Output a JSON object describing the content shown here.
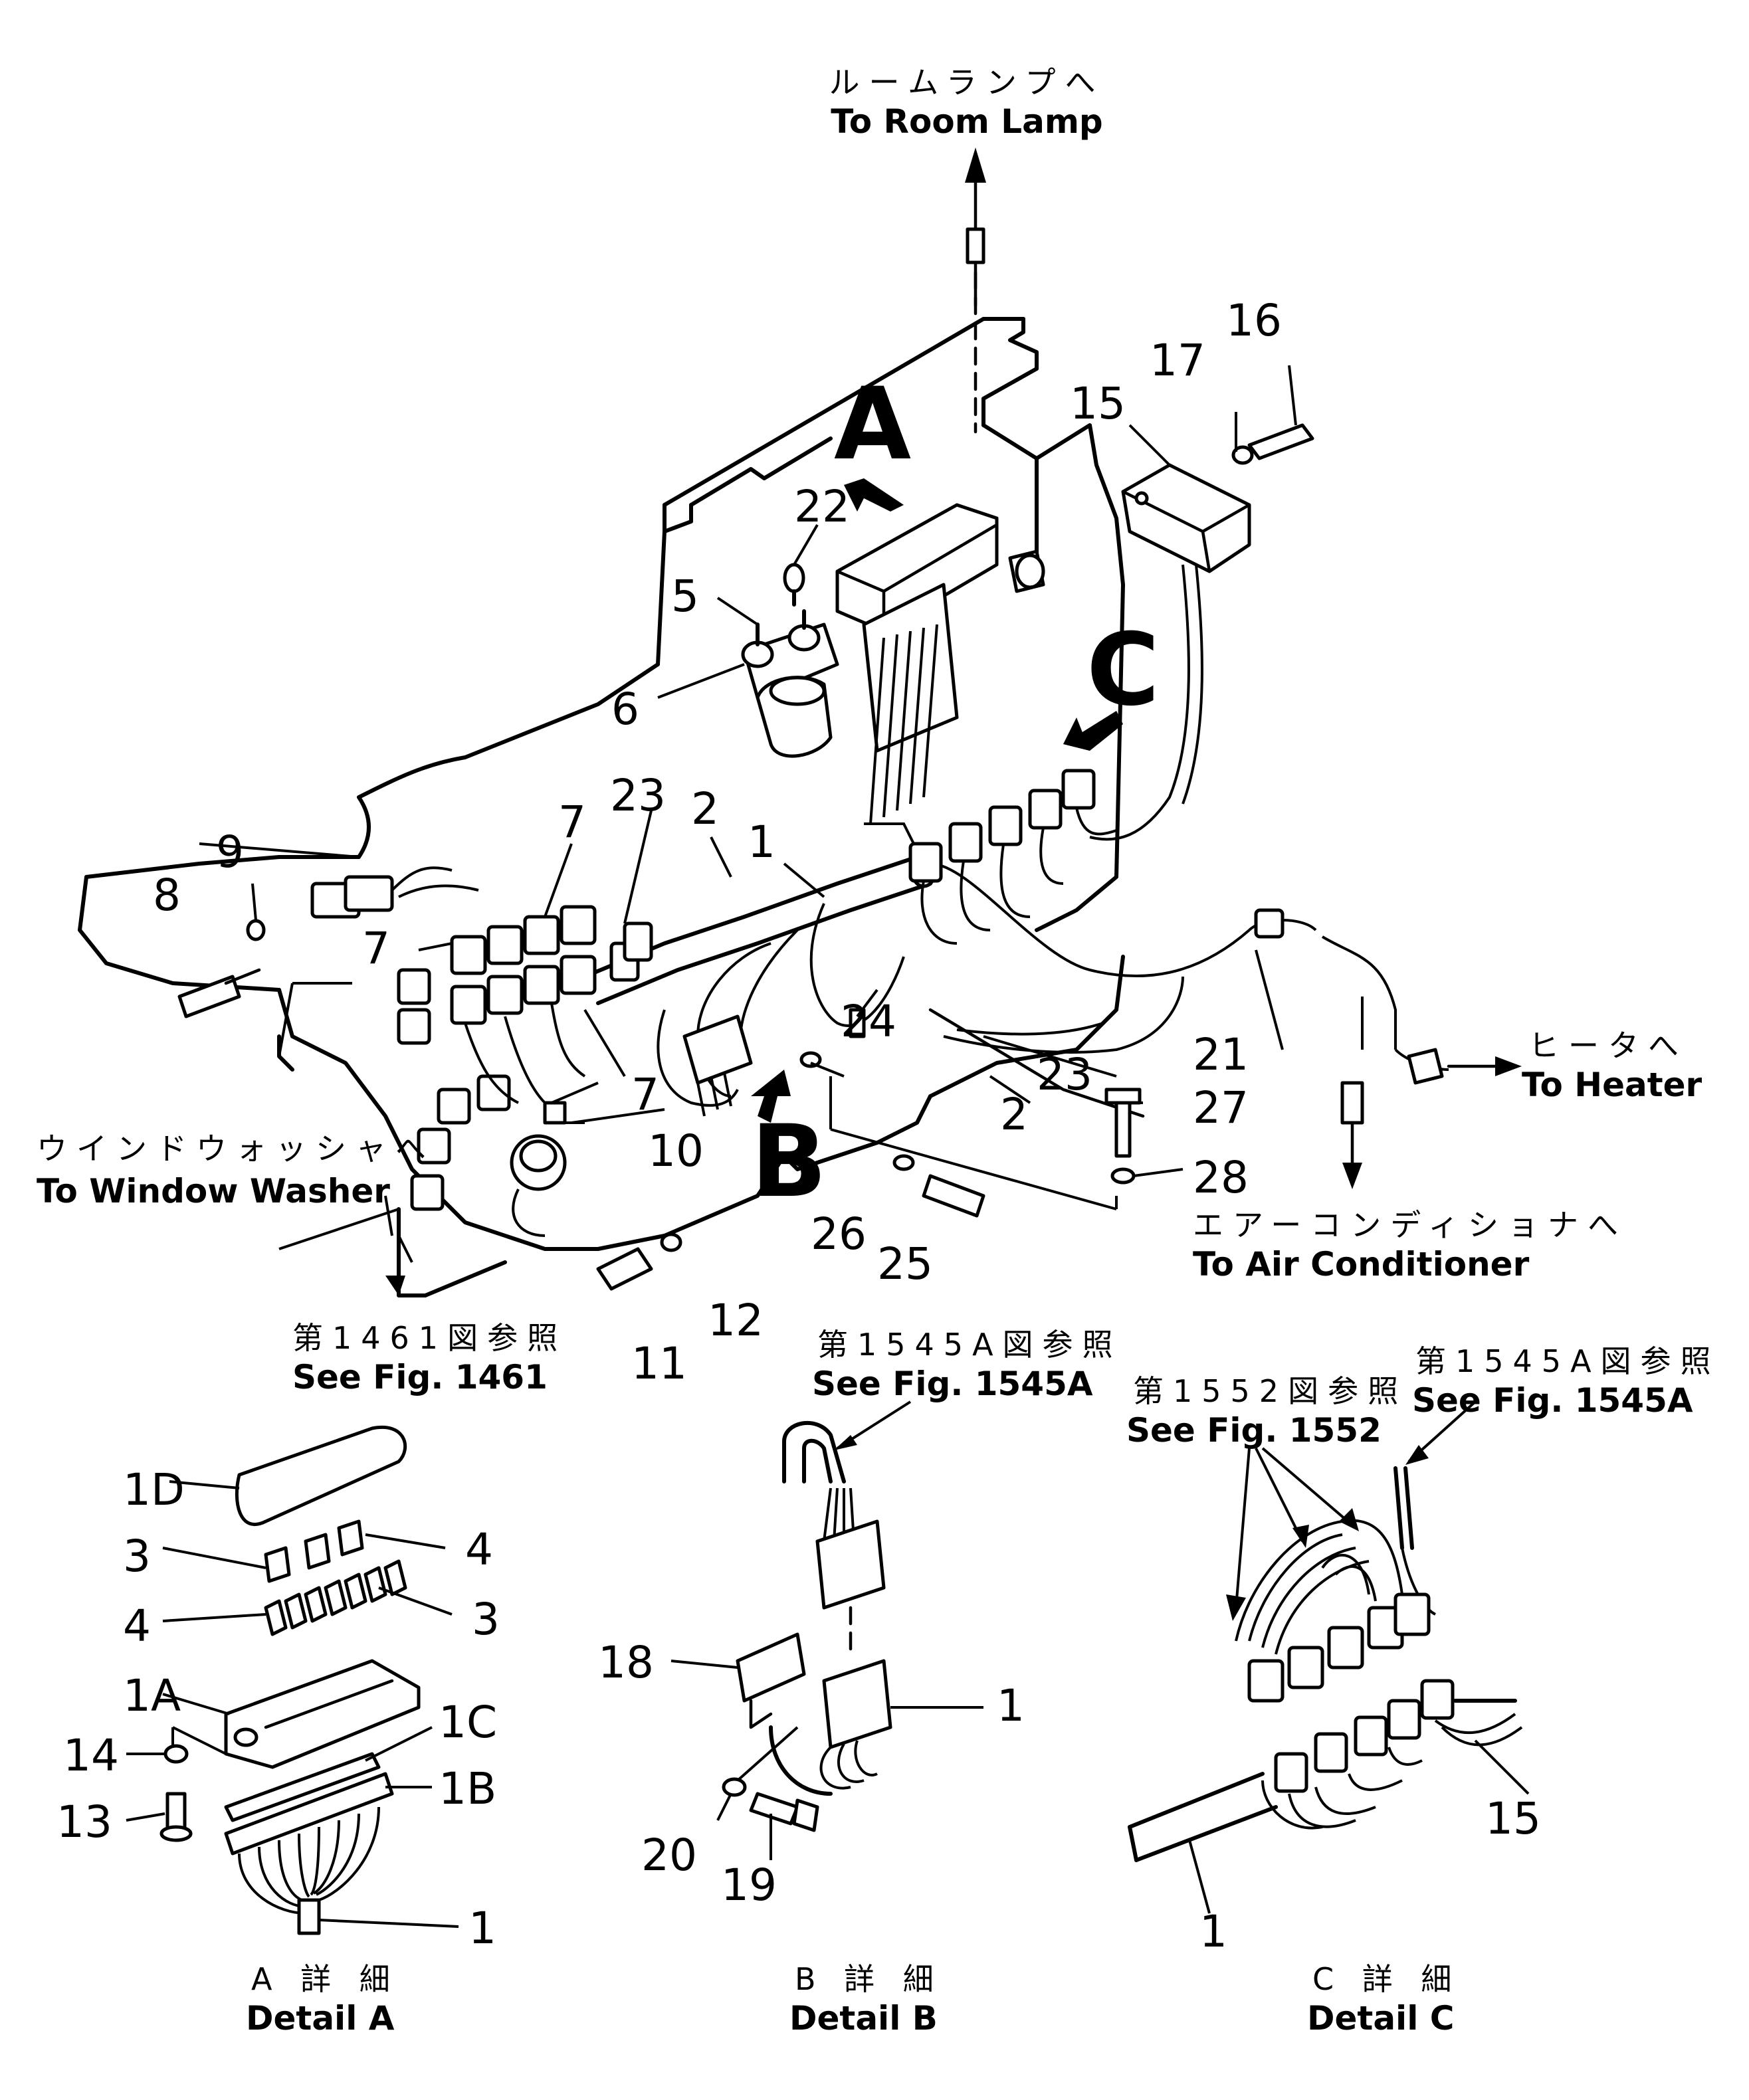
{
  "connections": {
    "room_lamp": {
      "jp": "ルームランプへ",
      "en": "To Room Lamp"
    },
    "heater": {
      "jp": "ヒータへ",
      "en": "To Heater"
    },
    "window_washer": {
      "jp": "ウインドウォッシャへ",
      "en": "To Window Washer"
    },
    "air_conditioner": {
      "jp": "エアーコンディショナへ",
      "en": "To Air Conditioner"
    }
  },
  "refs": {
    "fig1461": {
      "jp": "第1461図参照",
      "en": "See Fig. 1461"
    },
    "fig1545a_b": {
      "jp": "第1545A図参照",
      "en": "See Fig. 1545A"
    },
    "fig1552": {
      "jp": "第1552図参照",
      "en": "See Fig. 1552"
    },
    "fig1545a_c": {
      "jp": "第1545A図参照",
      "en": "See Fig. 1545A"
    }
  },
  "view_letters": {
    "a": "A",
    "b": "B",
    "c": "C"
  },
  "main_labels": {
    "n1": "1",
    "n2a": "2",
    "n2b": "2",
    "n5": "5",
    "n6": "6",
    "n7a": "7",
    "n7b": "7",
    "n7c": "7",
    "n8": "8",
    "n9": "9",
    "n10": "10",
    "n11": "11",
    "n12": "12",
    "n15": "15",
    "n16": "16",
    "n17": "17",
    "n21": "21",
    "n22": "22",
    "n23a": "23",
    "n23b": "23",
    "n24": "24",
    "n25": "25",
    "n26": "26",
    "n27": "27",
    "n28": "28"
  },
  "detail_a": {
    "caption_jp": "A 詳 細",
    "caption_en": "Detail A",
    "labels": {
      "l1D": "1D",
      "l3a": "3",
      "l4a": "4",
      "l4b": "4",
      "l3b": "3",
      "l1A": "1A",
      "l1C": "1C",
      "l14": "14",
      "l1B": "1B",
      "l13": "13",
      "l1": "1"
    }
  },
  "detail_b": {
    "caption_jp": "B 詳 細",
    "caption_en": "Detail B",
    "labels": {
      "l18": "18",
      "l1": "1",
      "l20": "20",
      "l19": "19"
    }
  },
  "detail_c": {
    "caption_jp": "C 詳 細",
    "caption_en": "Detail C",
    "labels": {
      "l15": "15",
      "l1": "1"
    }
  }
}
